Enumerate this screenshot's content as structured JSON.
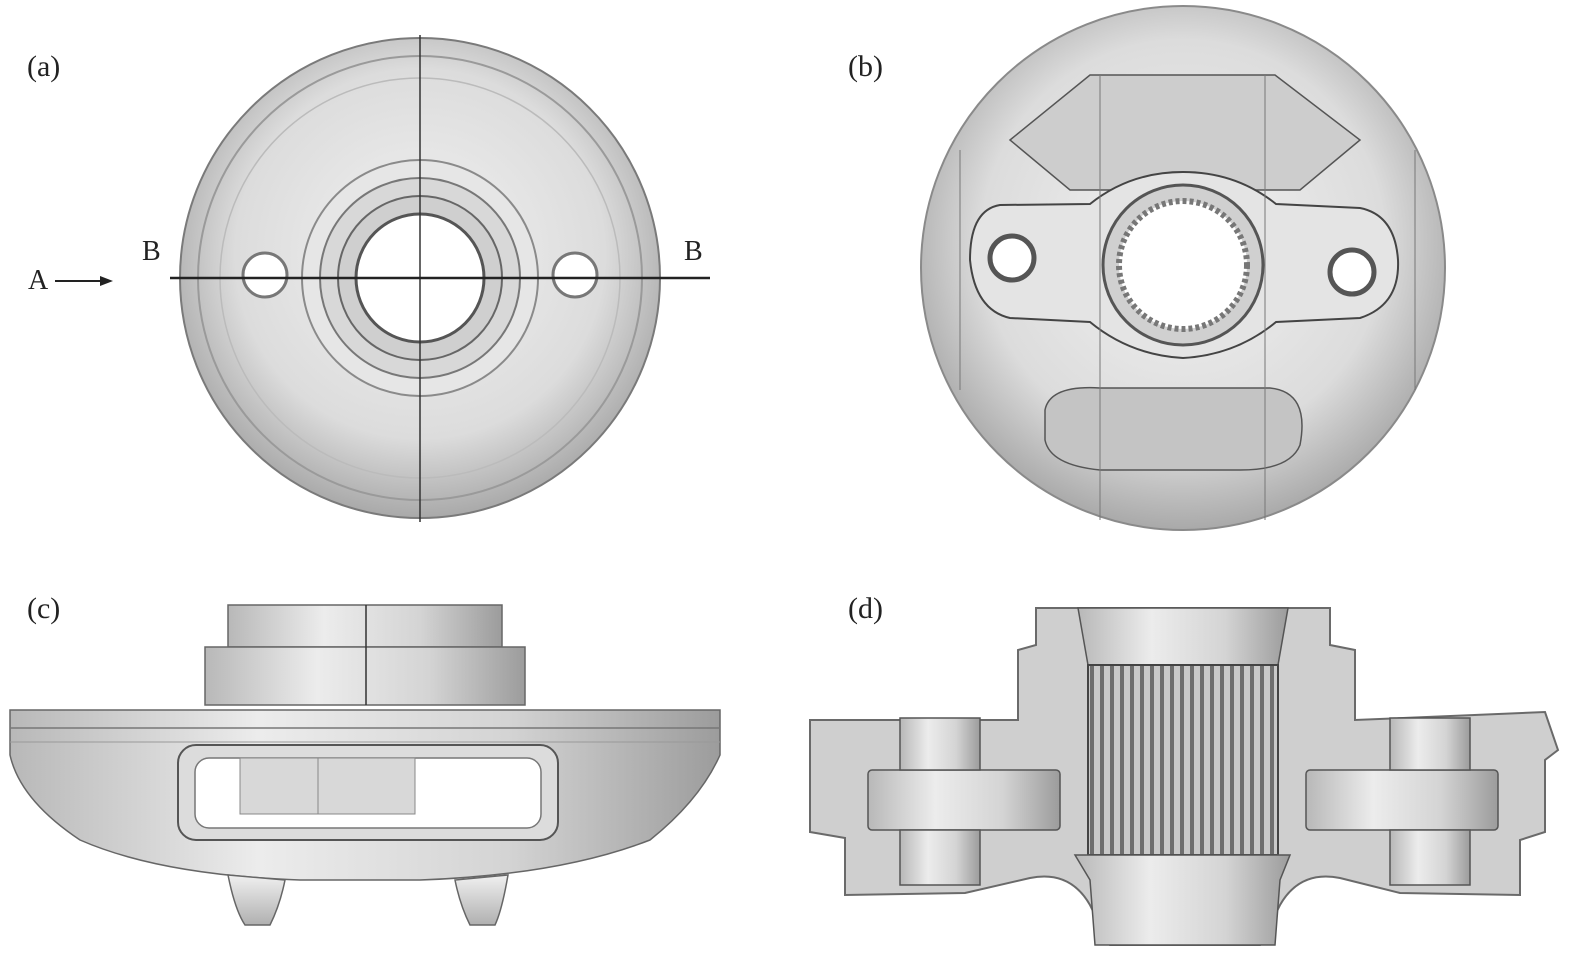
{
  "panels": [
    {
      "label": "(a)"
    },
    {
      "label": "(b)"
    },
    {
      "label": "(c)"
    },
    {
      "label": "(d)"
    }
  ],
  "annotations": {
    "section_left": "B",
    "section_right": "B",
    "view_arrow": "A"
  },
  "colors": {
    "metal_light": "#e8e8e8",
    "metal_mid": "#cfcfcf",
    "metal_dark": "#8a8a8a",
    "line": "#2a2a2a"
  }
}
